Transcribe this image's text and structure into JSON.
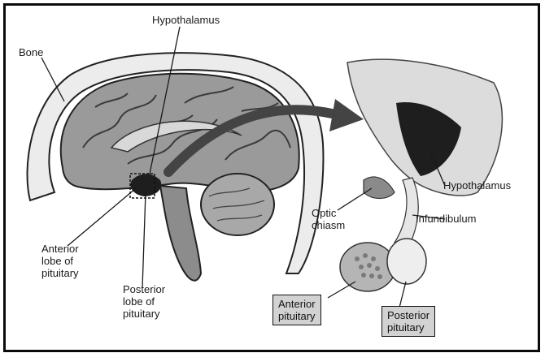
{
  "labels": {
    "hypothalamus_top": "Hypothalamus",
    "bone": "Bone",
    "anterior_lobe": [
      "Anterior",
      "lobe of",
      "pituitary"
    ],
    "posterior_lobe": [
      "Posterior",
      "lobe of",
      "pituitary"
    ],
    "hypothalamus_right": "Hypothalamus",
    "optic_chiasm": [
      "Optic",
      "chiasm"
    ],
    "infundibulum": "Infundibulum",
    "anterior_pituitary": [
      "Anterior",
      "pituitary"
    ],
    "posterior_pituitary": [
      "Posterior",
      "pituitary"
    ]
  },
  "colors": {
    "border": "#0b0b0b",
    "brain_fill": "#9a9a9a",
    "dark_region": "#1e1e1e",
    "label_box": "#d2d2d2"
  }
}
